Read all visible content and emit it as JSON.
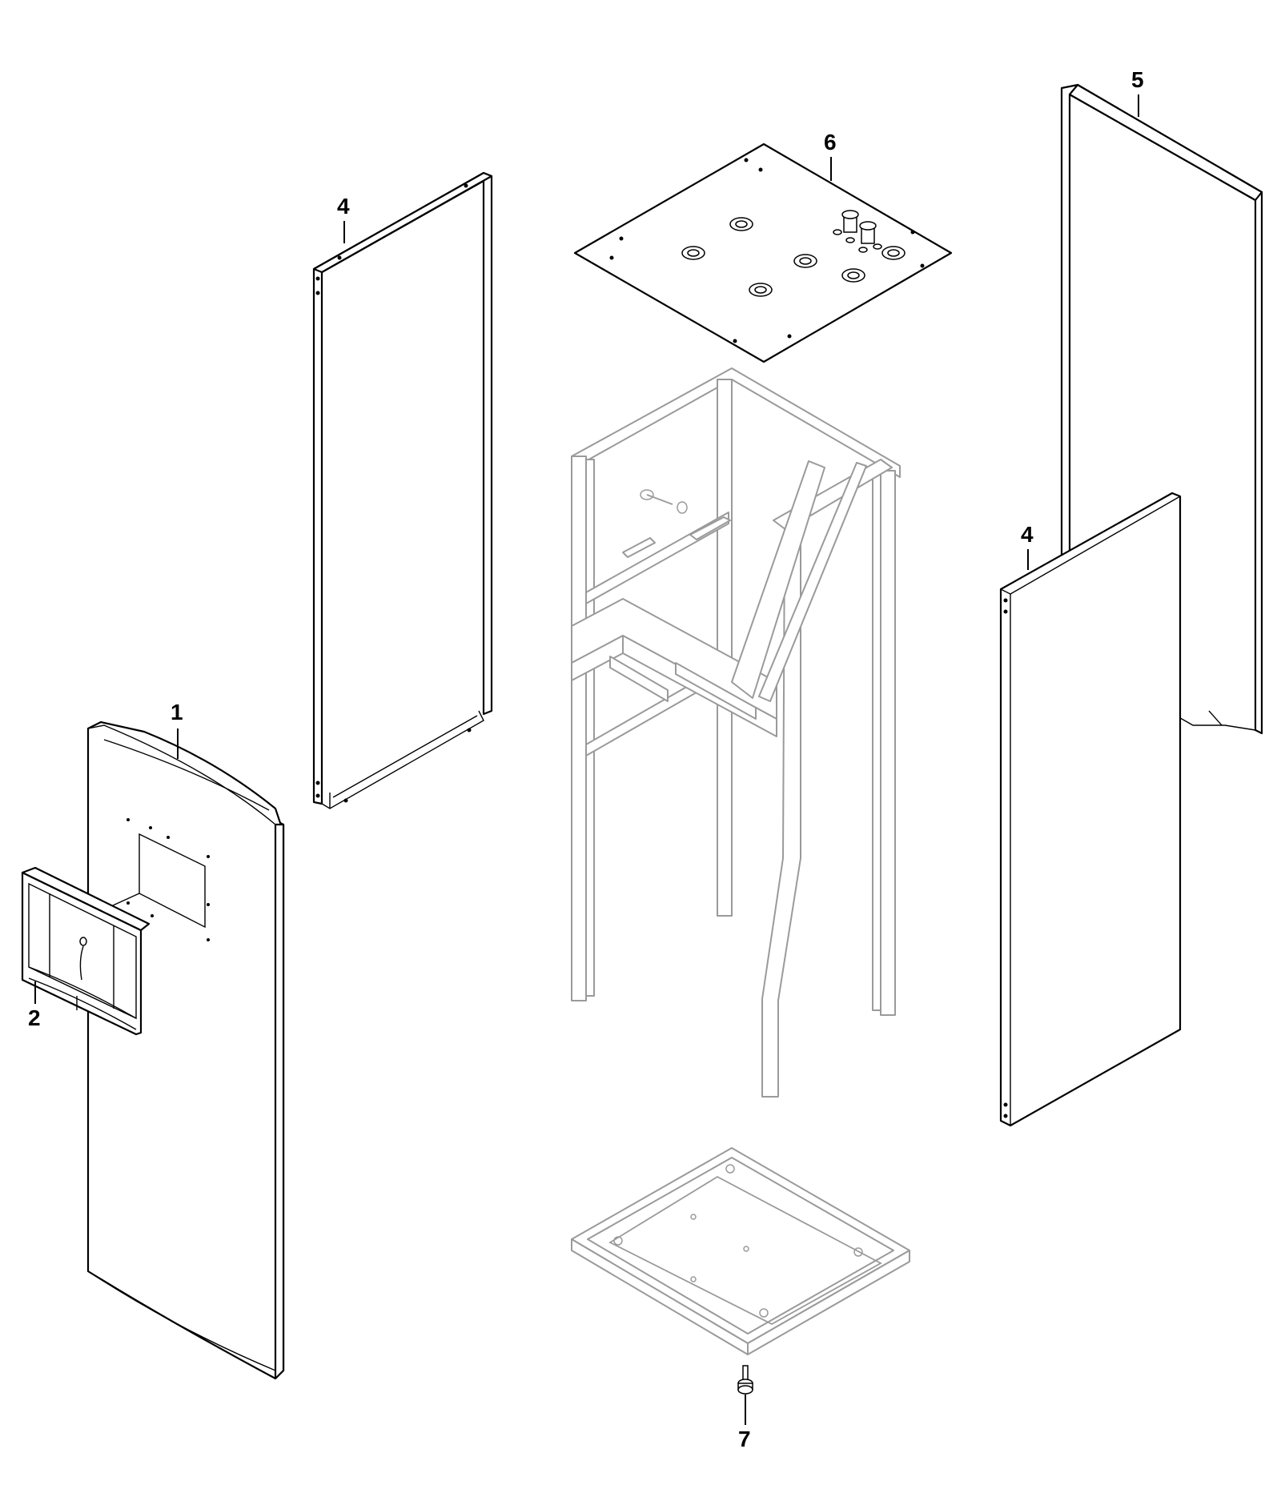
{
  "diagram": {
    "callouts": [
      {
        "id": "1",
        "label": "1",
        "part": "front-panel"
      },
      {
        "id": "2",
        "label": "2",
        "part": "control-panel-cover"
      },
      {
        "id": "4a",
        "label": "4",
        "part": "side-panel-left"
      },
      {
        "id": "4b",
        "label": "4",
        "part": "side-panel-right"
      },
      {
        "id": "5",
        "label": "5",
        "part": "rear-panel"
      },
      {
        "id": "6",
        "label": "6",
        "part": "top-cover"
      },
      {
        "id": "7",
        "label": "7",
        "part": "adjustable-foot"
      }
    ]
  }
}
